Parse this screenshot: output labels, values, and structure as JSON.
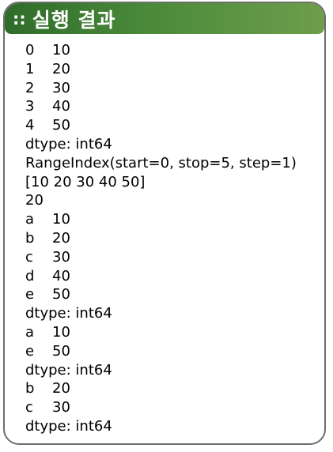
{
  "window": {
    "title_prefix": "::",
    "title": "실행 결과"
  },
  "output": {
    "series_1": [
      {
        "index": "0",
        "value": "10"
      },
      {
        "index": "1",
        "value": "20"
      },
      {
        "index": "2",
        "value": "30"
      },
      {
        "index": "3",
        "value": "40"
      },
      {
        "index": "4",
        "value": "50"
      }
    ],
    "dtype_1": "dtype: int64",
    "range_index": "RangeIndex(start=0, stop=5, step=1)",
    "values_array": "[10 20 30 40 50]",
    "single_value": "20",
    "series_2": [
      {
        "index": "a",
        "value": "10"
      },
      {
        "index": "b",
        "value": "20"
      },
      {
        "index": "c",
        "value": "30"
      },
      {
        "index": "d",
        "value": "40"
      },
      {
        "index": "e",
        "value": "50"
      }
    ],
    "dtype_2": "dtype: int64",
    "series_3": [
      {
        "index": "a",
        "value": "10"
      },
      {
        "index": "e",
        "value": "50"
      }
    ],
    "dtype_3": "dtype: int64",
    "series_4": [
      {
        "index": "b",
        "value": "20"
      },
      {
        "index": "c",
        "value": "30"
      }
    ],
    "dtype_4": "dtype: int64"
  },
  "colors": {
    "title_bar_start": "#2f6c2a",
    "title_bar_end": "#6e9e4b",
    "border": "#6d6d6d",
    "text": "#000000"
  }
}
